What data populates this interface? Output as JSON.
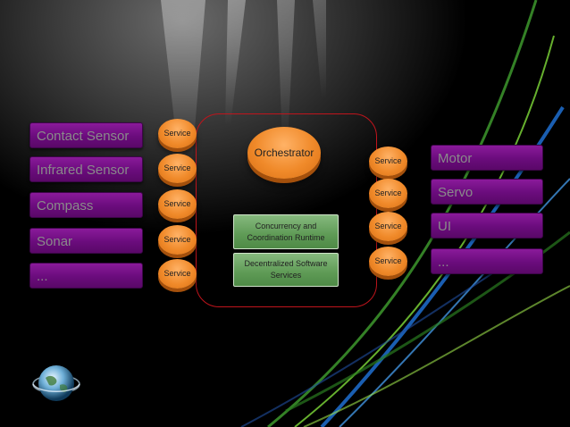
{
  "diagram": {
    "inputs": [
      "Contact Sensor",
      "Infrared Sensor",
      "Compass",
      "Sonar",
      "..."
    ],
    "outputs": [
      "Motor",
      "Servo",
      "UI",
      "..."
    ],
    "service_label": "Service",
    "left_service_count": 5,
    "right_service_count": 4,
    "orchestrator": "Orchestrator",
    "runtime_boxes": [
      "Concurrency and Coordination Runtime",
      "Decentralized Software Services"
    ]
  },
  "colors": {
    "input_box": "#6a0c7c",
    "service": "#f08a2a",
    "runtime_box": "#5e9a55",
    "frame": "#c0141c"
  }
}
